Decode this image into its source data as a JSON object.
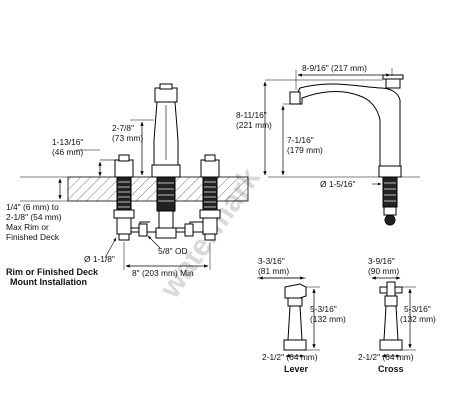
{
  "figure": {
    "install_caption": [
      "Rim or Finished Deck",
      "Mount Installation"
    ],
    "deck_thickness": [
      "1/4\" (6 mm) to",
      "2-1/8\" (54 mm)",
      "Max Rim or",
      "Finished Deck"
    ],
    "above_deck_side": [
      "1-13/16\"",
      "(46 mm)"
    ],
    "spout_height_front": [
      "2-7/8\"",
      "(73 mm)"
    ],
    "supply_dia": "Ø 1-1/8\"",
    "tube_od": "5/8\" OD",
    "center_spread": "8\" (203 mm) Min",
    "spout_reach": "8-9/16\" (217 mm)",
    "spout_height": [
      "8-11/16\"",
      "(221 mm)"
    ],
    "spout_clearance": [
      "7-1/16\"",
      "(179 mm)"
    ],
    "spout_base_dia": "Ø 1-5/16\"",
    "lever": {
      "label": "Lever",
      "width": [
        "3-3/16\"",
        "(81 mm)"
      ],
      "height": [
        "5-3/16\"",
        "(132 mm)"
      ],
      "base": "2-1/2\" (64 mm)"
    },
    "cross": {
      "label": "Cross",
      "width": [
        "3-9/16\"",
        "(90 mm)"
      ],
      "height": [
        "5-3/16\"",
        "(132 mm)"
      ],
      "base": "2-1/2\" (64 mm)"
    }
  }
}
